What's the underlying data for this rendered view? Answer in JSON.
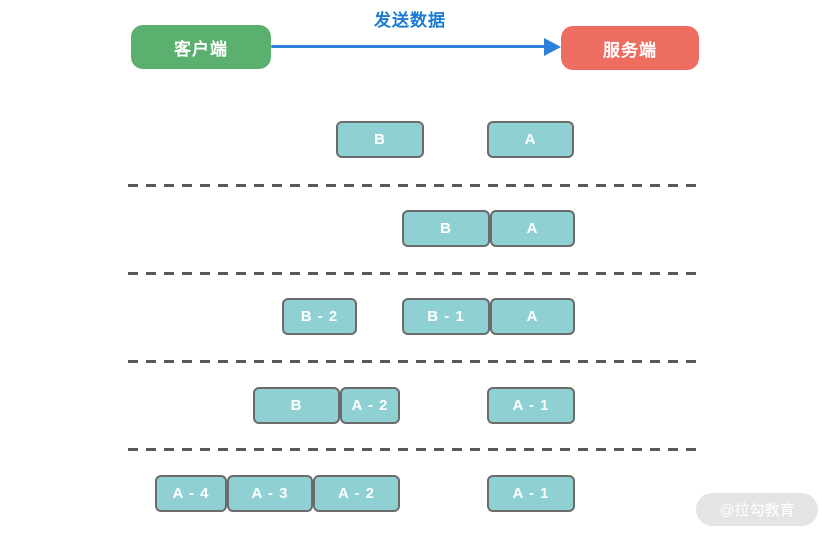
{
  "header": {
    "client_label": "客户端",
    "server_label": "服务端",
    "arrow_label": "发送数据"
  },
  "rows": [
    {
      "packets": [
        {
          "label": "B"
        },
        {
          "label": "A"
        }
      ]
    },
    {
      "packets": [
        {
          "label": "B"
        },
        {
          "label": "A"
        }
      ]
    },
    {
      "packets": [
        {
          "label": "B - 2"
        },
        {
          "label": "B - 1"
        },
        {
          "label": "A"
        }
      ]
    },
    {
      "packets": [
        {
          "label": "B"
        },
        {
          "label": "A - 2"
        },
        {
          "label": "A - 1"
        }
      ]
    },
    {
      "packets": [
        {
          "label": "A - 4"
        },
        {
          "label": "A - 3"
        },
        {
          "label": "A - 2"
        },
        {
          "label": "A - 1"
        }
      ]
    }
  ],
  "watermark": "@拉勾教育",
  "colors": {
    "client_green": "#5bb06f",
    "server_red": "#ed6e61",
    "arrow_blue": "#2e80d8",
    "arrow_label_blue": "#1b7ad3",
    "packet_teal": "#8fd0d3",
    "packet_border_gray": "#6b6b6b",
    "dashed_line_gray": "#55565e",
    "watermark_gray": "#e4e4e4",
    "label_text": "#ffffff"
  }
}
